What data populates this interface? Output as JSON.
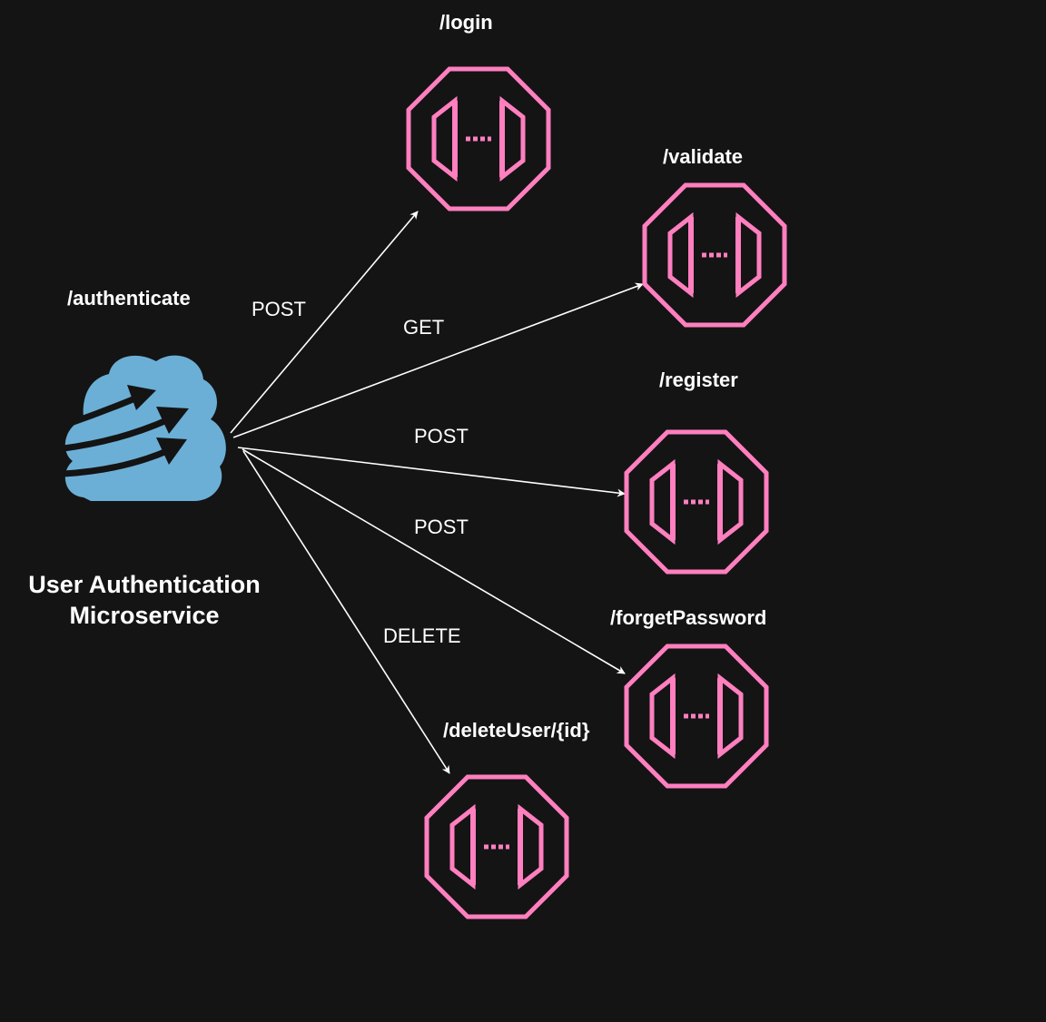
{
  "colors": {
    "background": "#141414",
    "edge": "#ffffff",
    "endpoint_icon": "#ff7fbf",
    "service_icon": "#6bafd6",
    "service_arrows": "#141414"
  },
  "service": {
    "path": "/authenticate",
    "title_line1": "User Authentication",
    "title_line2": "Microservice",
    "icon": "cloud-arrows-icon"
  },
  "endpoints": [
    {
      "id": "login",
      "label": "/login",
      "method": "POST",
      "icon": "api-gateway-icon"
    },
    {
      "id": "validate",
      "label": "/validate",
      "method": "GET",
      "icon": "api-gateway-icon"
    },
    {
      "id": "register",
      "label": "/register",
      "method": "POST",
      "icon": "api-gateway-icon"
    },
    {
      "id": "forget-password",
      "label": "/forgetPassword",
      "method": "POST",
      "icon": "api-gateway-icon"
    },
    {
      "id": "delete-user",
      "label": "/deleteUser/{id}",
      "method": "DELETE",
      "icon": "api-gateway-icon"
    }
  ]
}
